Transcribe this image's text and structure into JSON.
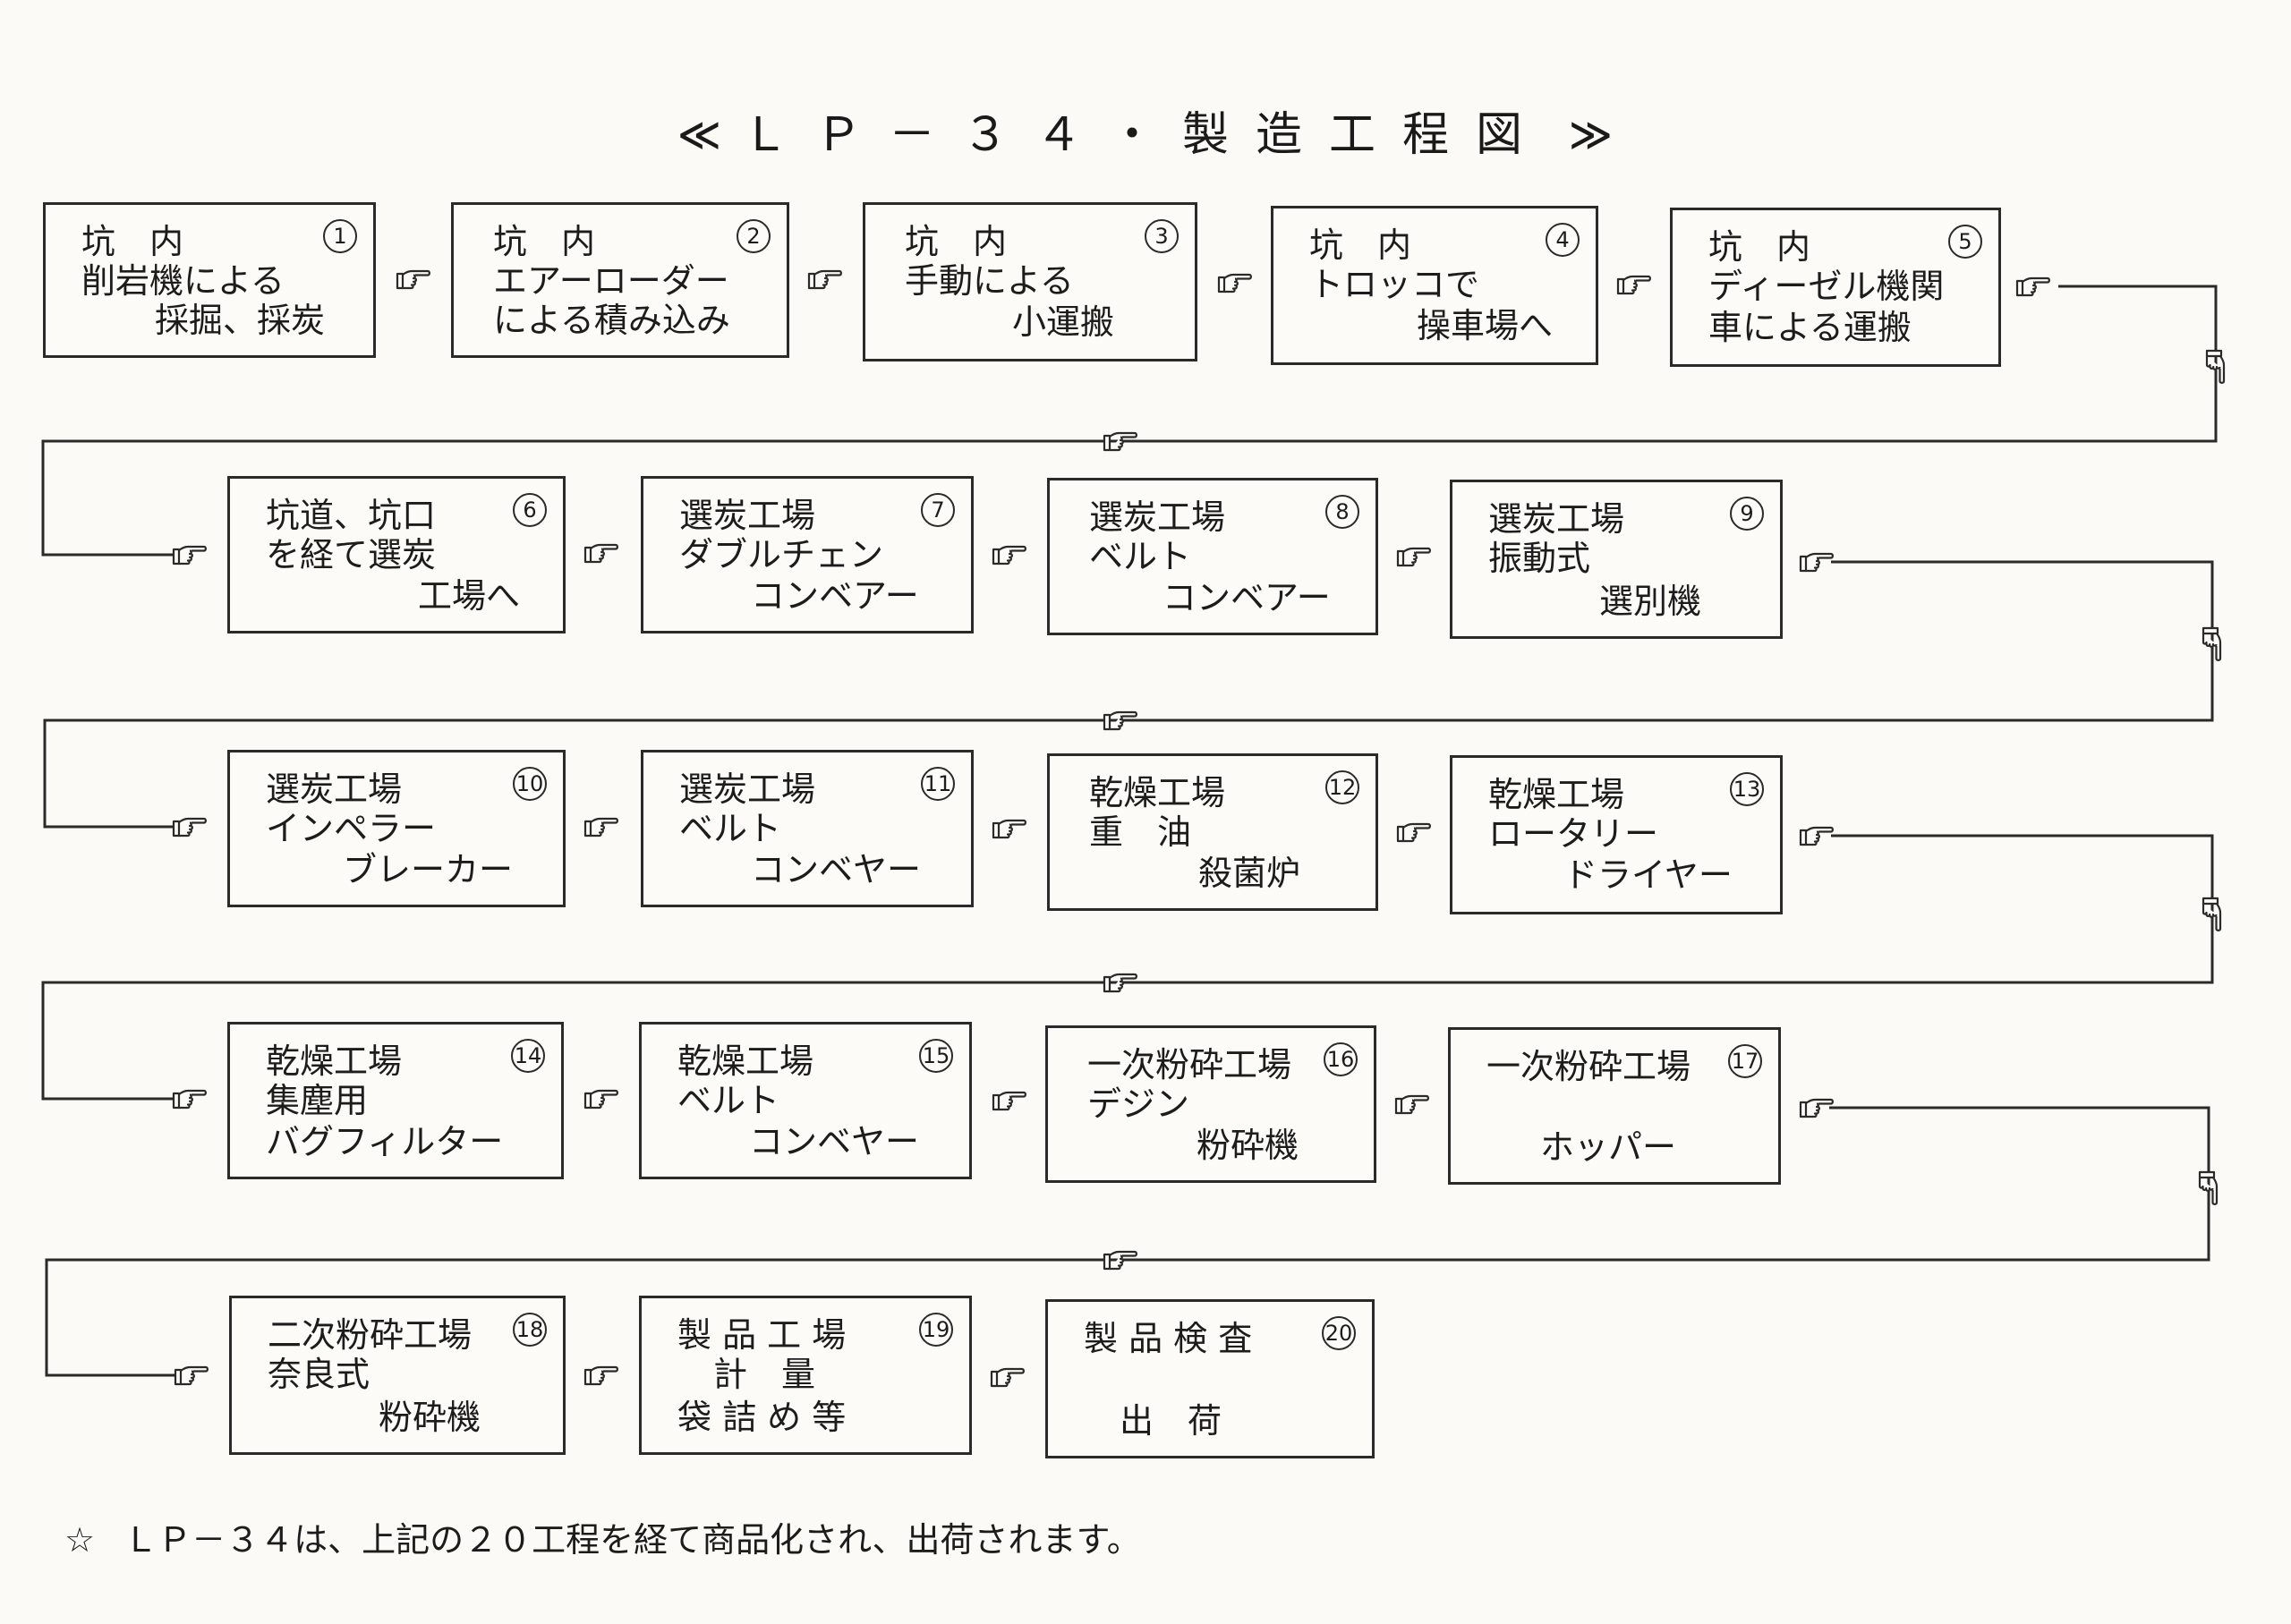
{
  "title": {
    "open": "≪",
    "text": "ＬＰ－３４・製造工程図",
    "close": "≫"
  },
  "steps": [
    {
      "num": "1",
      "lines": [
        "坑　内",
        "削岩機による",
        "採掘、採炭"
      ]
    },
    {
      "num": "2",
      "lines": [
        "坑　内",
        "エアーローダー",
        "による積み込み"
      ]
    },
    {
      "num": "3",
      "lines": [
        "坑　内",
        "手動による",
        "小運搬"
      ]
    },
    {
      "num": "4",
      "lines": [
        "坑　内",
        "トロッコで",
        "操車場へ"
      ]
    },
    {
      "num": "5",
      "lines": [
        "坑　内",
        "ディーゼル機関",
        "車による運搬"
      ]
    },
    {
      "num": "6",
      "lines": [
        "坑道、坑口",
        "を経て選炭",
        "工場へ"
      ]
    },
    {
      "num": "7",
      "lines": [
        "選炭工場",
        "ダブルチェン",
        "コンベアー"
      ]
    },
    {
      "num": "8",
      "lines": [
        "選炭工場",
        "ベルト",
        "コンベアー"
      ]
    },
    {
      "num": "9",
      "lines": [
        "選炭工場",
        "振動式",
        "選別機"
      ]
    },
    {
      "num": "10",
      "lines": [
        "選炭工場",
        "インペラー",
        "ブレーカー"
      ]
    },
    {
      "num": "11",
      "lines": [
        "選炭工場",
        "ベルト",
        "コンベヤー"
      ]
    },
    {
      "num": "12",
      "lines": [
        "乾燥工場",
        "重　油",
        "殺菌炉"
      ]
    },
    {
      "num": "13",
      "lines": [
        "乾燥工場",
        "ロータリー",
        "ドライヤー"
      ]
    },
    {
      "num": "14",
      "lines": [
        "乾燥工場",
        "集塵用",
        "バグフィルター"
      ]
    },
    {
      "num": "15",
      "lines": [
        "乾燥工場",
        "ベルト",
        "コンベヤー"
      ]
    },
    {
      "num": "16",
      "lines": [
        "一次粉砕工場",
        "デジン",
        "粉砕機"
      ]
    },
    {
      "num": "17",
      "lines": [
        "一次粉砕工場",
        "",
        "ホッパー"
      ]
    },
    {
      "num": "18",
      "lines": [
        "二次粉砕工場",
        "奈良式",
        "粉砕機"
      ]
    },
    {
      "num": "19",
      "lines": [
        "製 品 工 場",
        "計　量",
        "袋 詰 め 等"
      ]
    },
    {
      "num": "20",
      "lines": [
        "製 品 検 査",
        "",
        "出　荷"
      ]
    }
  ],
  "footnote": {
    "star": "☆",
    "text": "ＬＰ－３４は、上記の２０工程を経て商品化され、出荷されます。"
  }
}
